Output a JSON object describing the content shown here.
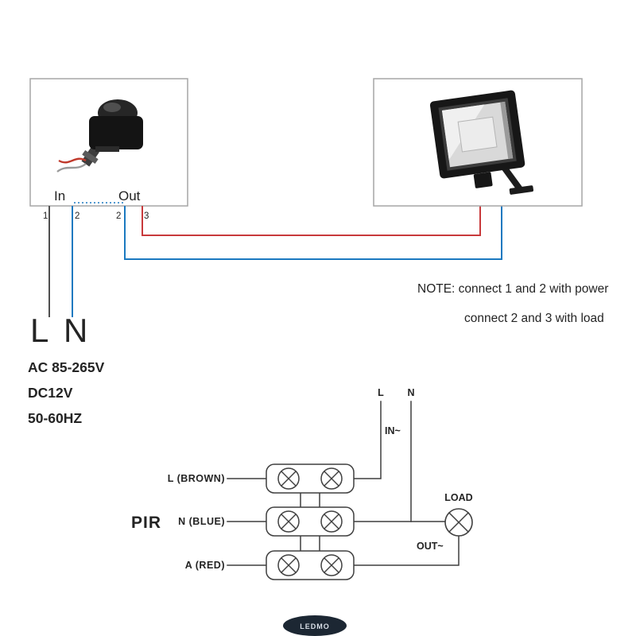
{
  "colors": {
    "wire_blue": "#1b79c0",
    "wire_red": "#c8393b",
    "wire_dark": "#4f4f4f",
    "diagram_line": "#3f3f3f",
    "panel_border": "#a6a6a6"
  },
  "sensor_panel": {
    "in_label": "In",
    "out_label": "Out",
    "terminals": [
      "1",
      "2",
      "2",
      "3"
    ]
  },
  "power": {
    "l_label": "L",
    "n_label": "N",
    "specs": [
      "AC 85-265V",
      "DC12V",
      "50-60HZ"
    ]
  },
  "note": {
    "line1": "NOTE: connect 1 and 2 with power",
    "line2": "connect 2 and 3 with load"
  },
  "wiring_diagram": {
    "l_label": "L",
    "n_label": "N",
    "in_label": "IN~",
    "out_label": "OUT~",
    "load_label": "LOAD",
    "pir_label": "PIR",
    "terminal_rows": [
      "L (BROWN)",
      "N (BLUE)",
      "A (RED)"
    ]
  },
  "watermark": "LEDMO"
}
